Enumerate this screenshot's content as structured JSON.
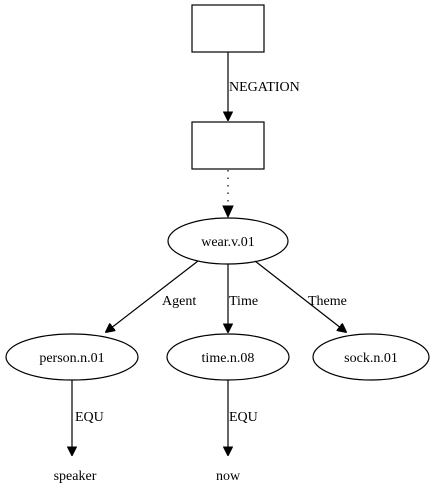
{
  "nodes": {
    "box_top": "",
    "box_mid": "",
    "wear": "wear.v.01",
    "person": "person.n.01",
    "time": "time.n.08",
    "sock": "sock.n.01",
    "speaker": "speaker",
    "now": "now"
  },
  "edges": {
    "negation": "NEGATION",
    "agent": "Agent",
    "time": "Time",
    "theme": "Theme",
    "equ_person": "EQU",
    "equ_time": "EQU"
  }
}
